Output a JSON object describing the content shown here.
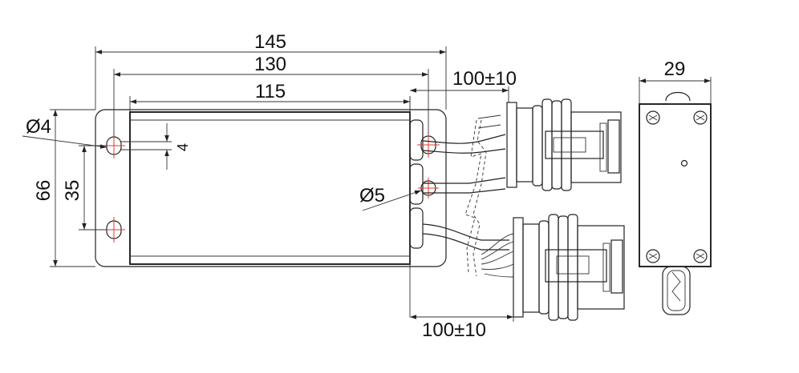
{
  "dimensions": {
    "overall_length": "145",
    "hole_spacing": "130",
    "body_length": "115",
    "cable_length_top": "100±10",
    "cable_length_bottom": "100±10",
    "side_width": "29",
    "height": "66",
    "hole_vertical_spacing": "35",
    "hole_offset": "4",
    "hole_diameter_left": "Ø4",
    "hole_diameter_right": "Ø5"
  },
  "colors": {
    "line": "#222222",
    "hole_marker": "#e23c2e",
    "background": "#ffffff"
  }
}
